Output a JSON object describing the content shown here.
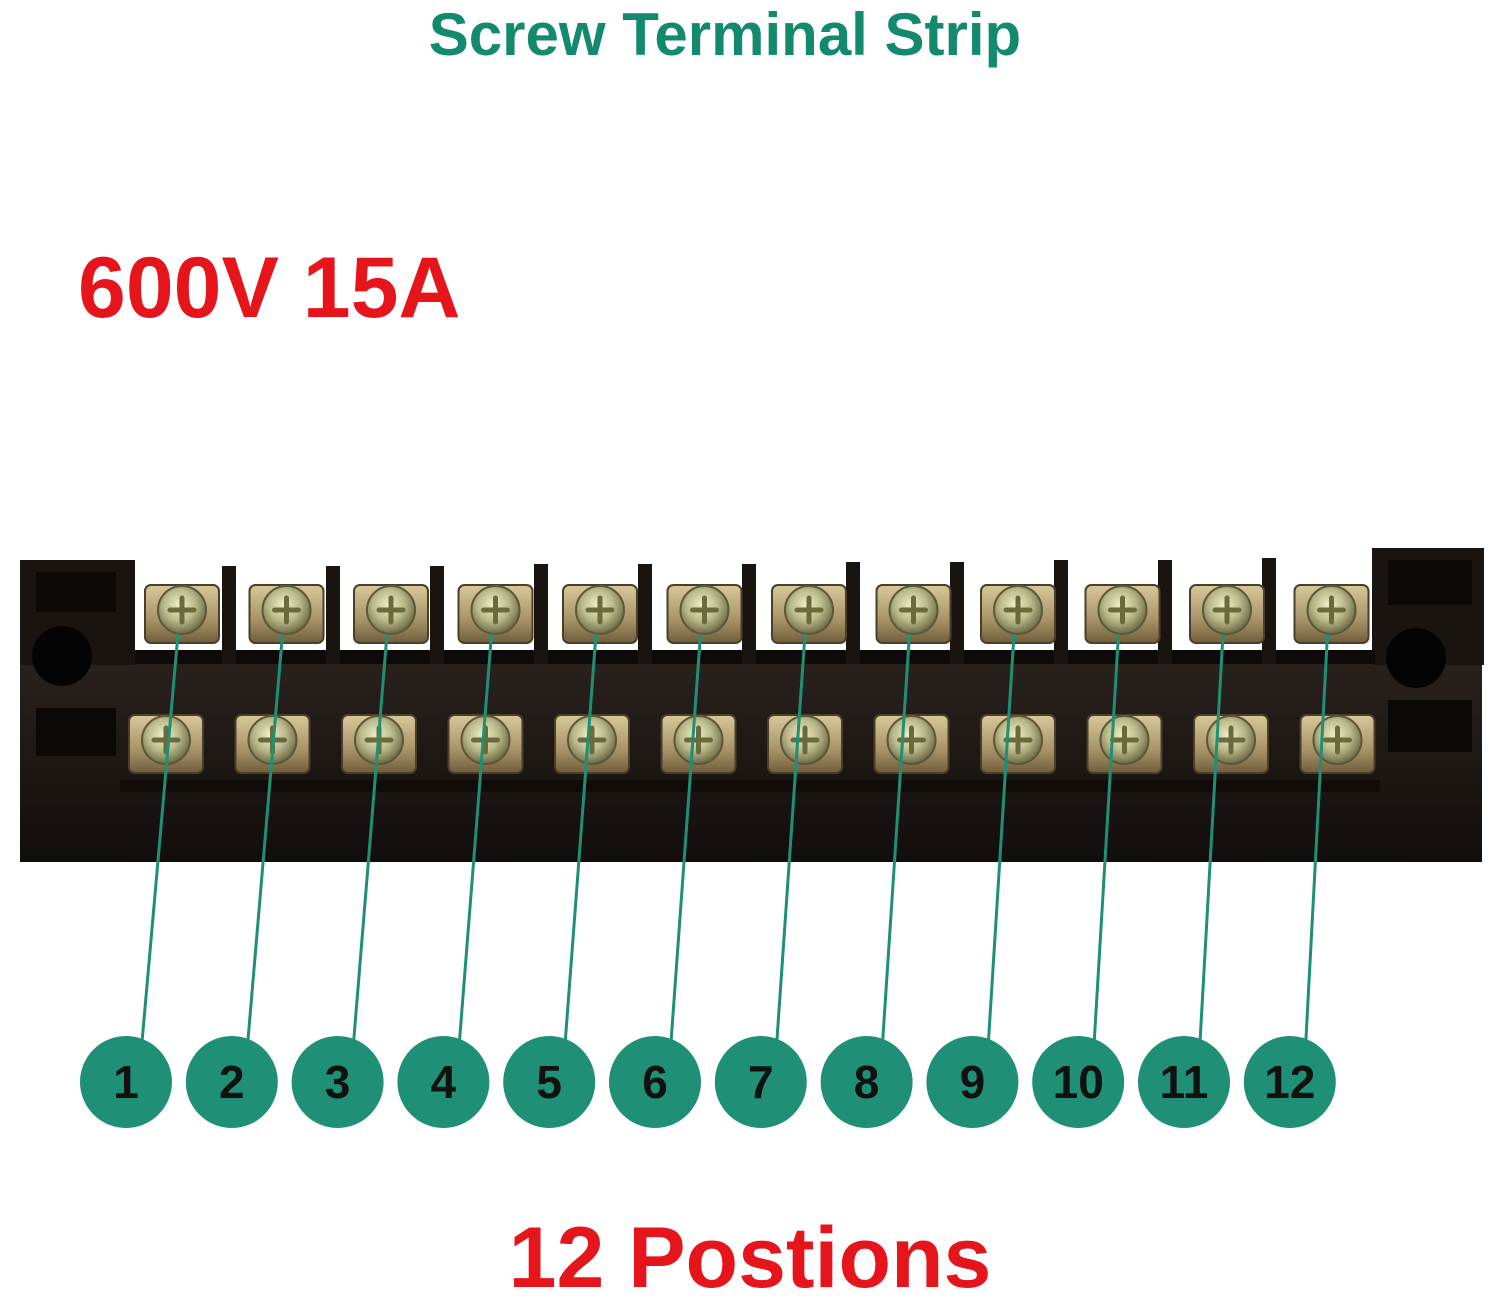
{
  "title": "Screw Terminal Strip",
  "rating": "600V 15A",
  "footer": "12 Postions",
  "positions": [
    "1",
    "2",
    "3",
    "4",
    "5",
    "6",
    "7",
    "8",
    "9",
    "10",
    "11",
    "12"
  ],
  "colors": {
    "title": "#138a6e",
    "accent_red": "#e5151b",
    "badge": "#1f8f75",
    "leader_line": "#1f8f75",
    "strip_body": "#1b1512",
    "screw_plate": "#b8a97a"
  },
  "icons": [
    "terminal-strip-photo",
    "screw-icon",
    "mounting-hole-icon"
  ]
}
